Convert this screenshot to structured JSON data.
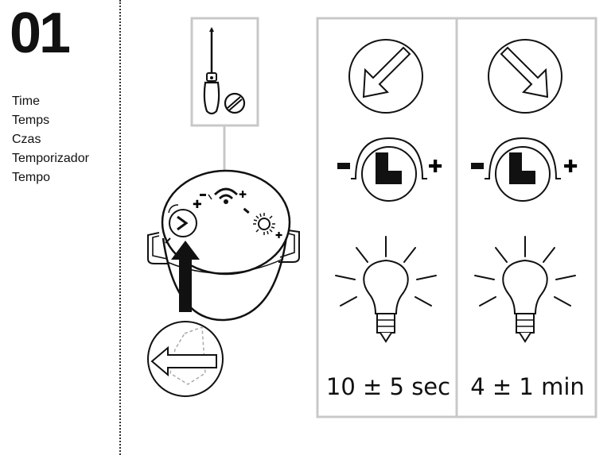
{
  "step": "01",
  "labels": [
    "Time",
    "Temps",
    "Czas",
    "Temporizador",
    "Tempo"
  ],
  "panels": [
    {
      "value_text": "10 ± 5 sec",
      "arrow_direction": "down-left",
      "setting": "minimum"
    },
    {
      "value_text": "4 ± 1 min",
      "arrow_direction": "down-right",
      "setting": "maximum"
    }
  ],
  "icons": [
    "screwdriver-icon",
    "screw-icon",
    "wifi-icon",
    "sun-icon",
    "dial-icon",
    "bulb-icon",
    "up-arrow-icon",
    "left-arrow-icon"
  ],
  "colors": {
    "line": "#111111",
    "panel_border": "#c8c8c8",
    "dashed": "#aaaaaa"
  }
}
